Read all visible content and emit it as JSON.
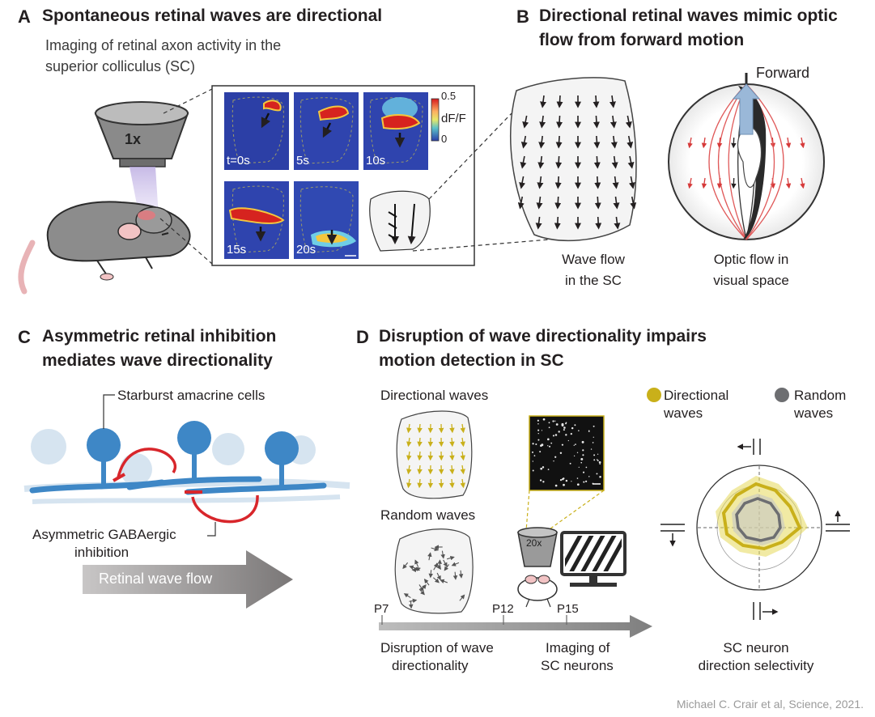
{
  "panel_a": {
    "letter": "A",
    "title": "Spontaneous retinal waves are directional",
    "subtitle_line1": "Imaging of retinal axon activity in the",
    "subtitle_line2": "superior colliculus (SC)",
    "objective_label": "1x",
    "frames": [
      "t=0s",
      "5s",
      "10s",
      "15s",
      "20s"
    ],
    "colorbar_max": "0.5",
    "colorbar_label": "dF/F",
    "colorbar_min": "0"
  },
  "panel_b": {
    "letter": "B",
    "title_line1": "Directional retinal waves mimic optic",
    "title_line2": "flow from forward motion",
    "forward_label": "Forward",
    "wave_flow_line1": "Wave flow",
    "wave_flow_line2": "in the SC",
    "optic_flow_line1": "Optic flow in",
    "optic_flow_line2": "visual space"
  },
  "panel_c": {
    "letter": "C",
    "title_line1": "Asymmetric retinal inhibition",
    "title_line2": "mediates wave directionality",
    "starburst_label": "Starburst amacrine cells",
    "gaba_label_line1": "Asymmetric GABAergic",
    "gaba_label_line2": "inhibition",
    "wave_flow_label": "Retinal wave flow"
  },
  "panel_d": {
    "letter": "D",
    "title_line1": "Disruption of wave directionality impairs",
    "title_line2": "motion detection in SC",
    "directional_waves": "Directional waves",
    "random_waves": "Random waves",
    "objective_label": "20x",
    "legend_directional_line1": "Directional",
    "legend_directional_line2": "waves",
    "legend_random_line1": "Random",
    "legend_random_line2": "waves",
    "timeline": [
      "P7",
      "P12",
      "P15"
    ],
    "disruption_line1": "Disruption of wave",
    "disruption_line2": "directionality",
    "imaging_line1": "Imaging of",
    "imaging_line2": "SC neurons",
    "selectivity_line1": "SC neuron",
    "selectivity_line2": "direction selectivity",
    "colors": {
      "directional": "#c9b01a",
      "random": "#6d6e71"
    }
  },
  "footer": "Michael C. Crair et al, Science, 2021."
}
